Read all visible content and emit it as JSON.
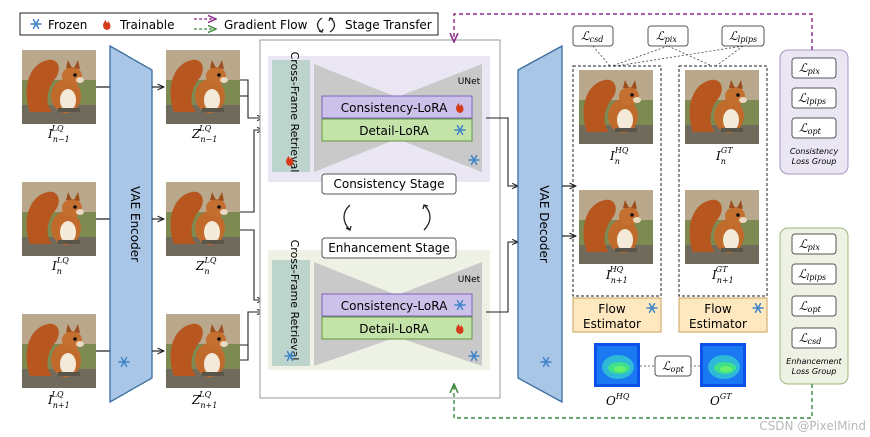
{
  "legend": {
    "frozen": "Frozen",
    "trainable": "Trainable",
    "gradient_flow": "Gradient Flow",
    "stage_transfer": "Stage Transfer"
  },
  "inputs": [
    {
      "label_base": "I",
      "sub": "n−1",
      "sup": "LQ"
    },
    {
      "label_base": "I",
      "sub": "n",
      "sup": "LQ"
    },
    {
      "label_base": "I",
      "sub": "n+1",
      "sup": "LQ"
    }
  ],
  "latents": [
    {
      "label_base": "Z",
      "sub": "n−1",
      "sup": "LQ"
    },
    {
      "label_base": "Z",
      "sub": "n",
      "sup": "LQ"
    },
    {
      "label_base": "Z",
      "sub": "n+1",
      "sup": "LQ"
    }
  ],
  "vae_encoder": "VAE Encoder",
  "vae_decoder": "VAE Decoder",
  "cross_frame": "Cross-Frame Retrieval",
  "unet": "UNet",
  "consistency_lora": "Consistency-LoRA",
  "detail_lora": "Detail-LoRA",
  "consistency_stage": "Consistency Stage",
  "enhancement_stage": "Enhancement Stage",
  "outputs_hq": [
    {
      "label_base": "I",
      "sub": "n",
      "sup": "HQ"
    },
    {
      "label_base": "I",
      "sub": "n+1",
      "sup": "HQ"
    }
  ],
  "outputs_gt": [
    {
      "label_base": "I",
      "sub": "n",
      "sup": "GT"
    },
    {
      "label_base": "I",
      "sub": "n+1",
      "sup": "GT"
    }
  ],
  "flow_estimator": "Flow Estimator",
  "flow_labels": [
    {
      "label_base": "O",
      "sup": "HQ"
    },
    {
      "label_base": "O",
      "sup": "GT"
    }
  ],
  "loss_top": [
    "csd",
    "pix",
    "lpips"
  ],
  "loss_opt_center": "opt",
  "consistency_group": {
    "items": [
      "pix",
      "lpips",
      "opt"
    ],
    "title": "Consistency Loss Group"
  },
  "enhancement_group": {
    "items": [
      "pix",
      "lpips",
      "opt",
      "csd"
    ],
    "title": "Enhancement Loss Group"
  },
  "watermark": "CSDN @PixelMind",
  "colors": {
    "encoder_fill": "#a9c6e6",
    "trainable_lora": "#ccc2e9",
    "detail_lora": "#c4e3a9",
    "flow_box": "#fde8bf",
    "consistency_panel": "#ebe6f3",
    "enhancement_panel": "#eef2e4",
    "gradient_purple": "#8a2a8a",
    "gradient_green": "#3f8a3f",
    "fire": "#d63a1c",
    "snow": "#3f84c8"
  }
}
